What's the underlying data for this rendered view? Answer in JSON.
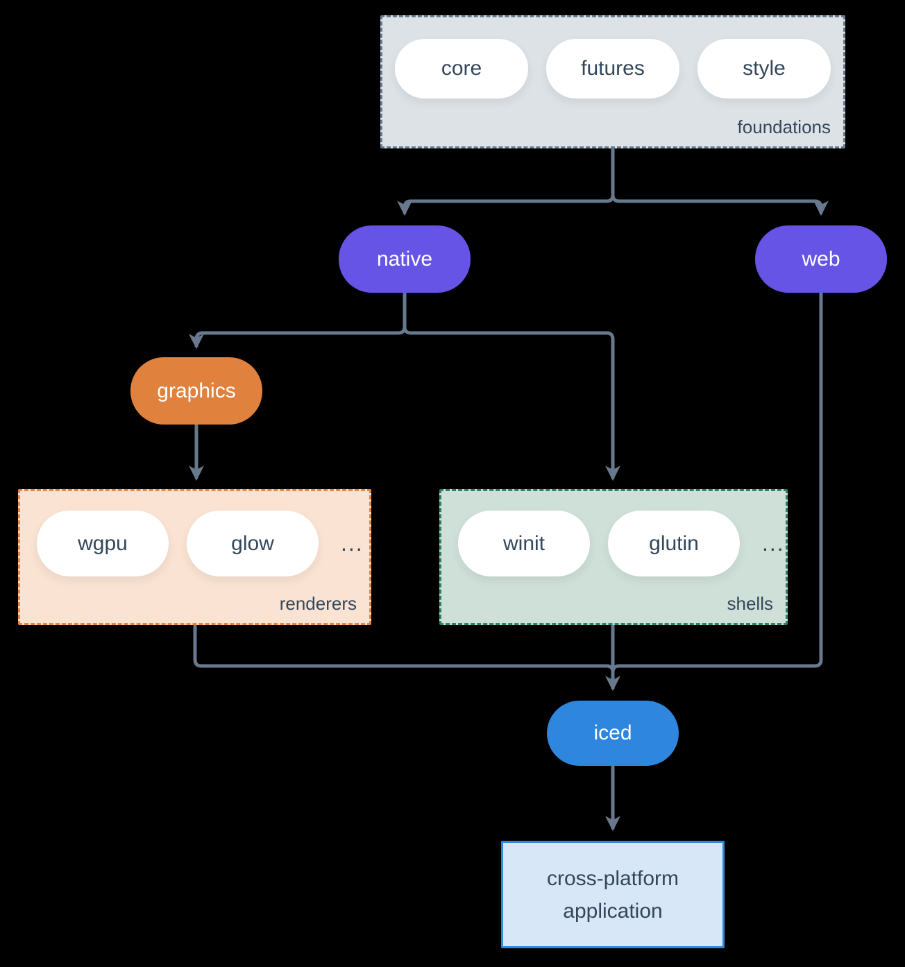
{
  "diagram": {
    "groups": {
      "foundations": {
        "label": "foundations",
        "items": [
          "core",
          "futures",
          "style"
        ]
      },
      "renderers": {
        "label": "renderers",
        "items": [
          "wgpu",
          "glow"
        ],
        "more": "..."
      },
      "shells": {
        "label": "shells",
        "items": [
          "winit",
          "glutin"
        ],
        "more": "..."
      }
    },
    "nodes": {
      "native": "native",
      "web": "web",
      "graphics": "graphics",
      "iced": "iced",
      "application": "cross-platform application"
    },
    "colors": {
      "background": "#000000",
      "arrow": "#68798e",
      "foundations_fill": "#dde2e7",
      "foundations_border": "#6b7a8c",
      "pill_white": "#ffffff",
      "pill_text_dark": "#33475a",
      "purple": "#6554e6",
      "orange": "#e0823d",
      "renderers_fill": "#fae3d3",
      "renderers_border": "#e8843b",
      "shells_fill": "#cfe0d9",
      "shells_border": "#2e7f68",
      "blue": "#2e86de",
      "application_fill": "#d7e7f8",
      "application_border": "#2e86de"
    }
  }
}
